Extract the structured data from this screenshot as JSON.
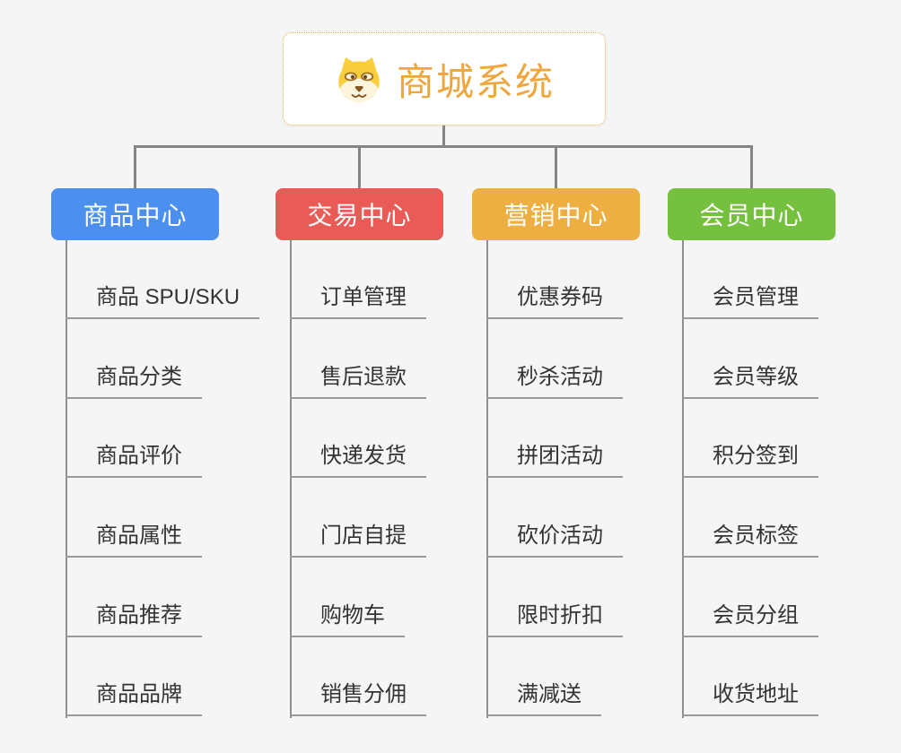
{
  "page": {
    "background": "#F5F5F5",
    "connector_color": "#858585"
  },
  "root": {
    "title": "商城系统",
    "icon": "doge-face-icon",
    "title_color": "#F0A63E"
  },
  "branches": [
    {
      "label": "商品中心",
      "color": "#4B90EE",
      "children": [
        "商品 SPU/SKU",
        "商品分类",
        "商品评价",
        "商品属性",
        "商品推荐",
        "商品品牌"
      ]
    },
    {
      "label": "交易中心",
      "color": "#E95B56",
      "children": [
        "订单管理",
        "售后退款",
        "快递发货",
        "门店自提",
        "购物车",
        "销售分佣"
      ]
    },
    {
      "label": "营销中心",
      "color": "#EDAF41",
      "children": [
        "优惠券码",
        "秒杀活动",
        "拼团活动",
        "砍价活动",
        "限时折扣",
        "满减送"
      ]
    },
    {
      "label": "会员中心",
      "color": "#75C13F",
      "children": [
        "会员管理",
        "会员等级",
        "积分签到",
        "会员标签",
        "会员分组",
        "收货地址"
      ]
    }
  ]
}
